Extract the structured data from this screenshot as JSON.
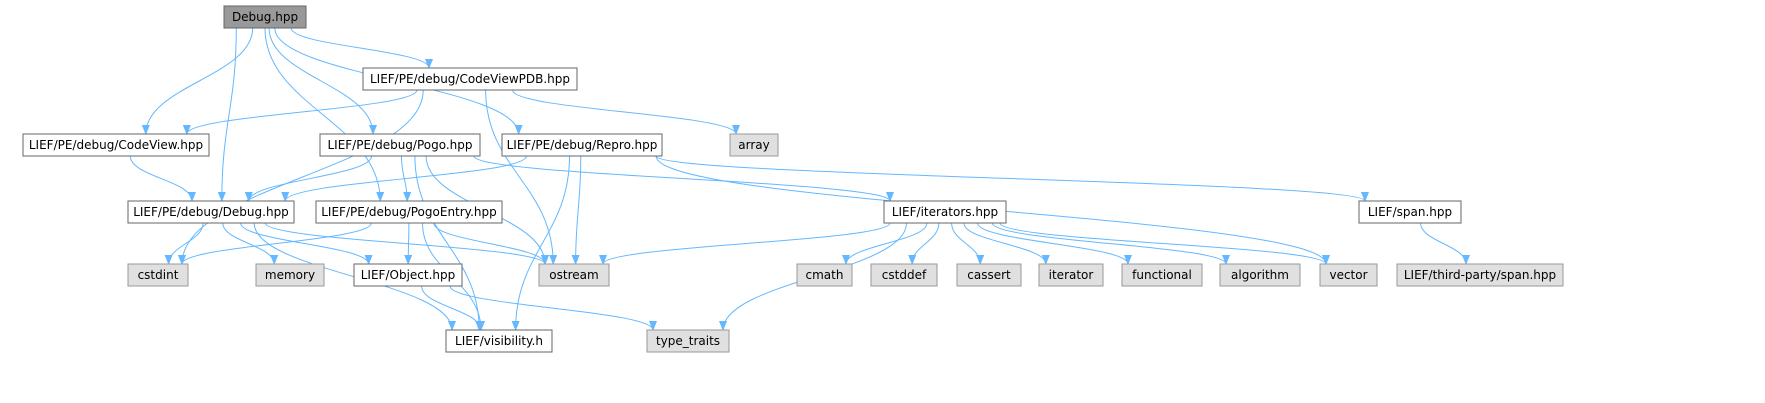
{
  "colors": {
    "edge": "#63b8ff",
    "root_fill": "#999999",
    "root_stroke": "#666666",
    "file_fill": "#ffffff",
    "file_stroke": "#666666",
    "system_fill": "#e0e0e0",
    "system_stroke": "#999999"
  },
  "nodes": {
    "debug_hpp": {
      "label": "Debug.hpp",
      "kind": "root"
    },
    "codeviewpdb": {
      "label": "LIEF/PE/debug/CodeViewPDB.hpp",
      "kind": "file"
    },
    "codeview": {
      "label": "LIEF/PE/debug/CodeView.hpp",
      "kind": "file"
    },
    "pogo": {
      "label": "LIEF/PE/debug/Pogo.hpp",
      "kind": "file"
    },
    "repro": {
      "label": "LIEF/PE/debug/Repro.hpp",
      "kind": "file"
    },
    "pe_debug": {
      "label": "LIEF/PE/debug/Debug.hpp",
      "kind": "file"
    },
    "pogoentry": {
      "label": "LIEF/PE/debug/PogoEntry.hpp",
      "kind": "file"
    },
    "iterators": {
      "label": "LIEF/iterators.hpp",
      "kind": "file"
    },
    "span": {
      "label": "LIEF/span.hpp",
      "kind": "file"
    },
    "object": {
      "label": "LIEF/Object.hpp",
      "kind": "file"
    },
    "visibility": {
      "label": "LIEF/visibility.h",
      "kind": "file"
    },
    "array": {
      "label": "array",
      "kind": "system"
    },
    "cstdint": {
      "label": "cstdint",
      "kind": "system"
    },
    "memory": {
      "label": "memory",
      "kind": "system"
    },
    "ostream": {
      "label": "ostream",
      "kind": "system"
    },
    "cmath": {
      "label": "cmath",
      "kind": "system"
    },
    "cstddef": {
      "label": "cstddef",
      "kind": "system"
    },
    "cassert": {
      "label": "cassert",
      "kind": "system"
    },
    "iterator": {
      "label": "iterator",
      "kind": "system"
    },
    "functional": {
      "label": "functional",
      "kind": "system"
    },
    "algorithm": {
      "label": "algorithm",
      "kind": "system"
    },
    "vector": {
      "label": "vector",
      "kind": "system"
    },
    "third_party_span": {
      "label": "LIEF/third-party/span.hpp",
      "kind": "system"
    },
    "type_traits": {
      "label": "type_traits",
      "kind": "system"
    }
  },
  "edges": [
    [
      "debug_hpp",
      "codeviewpdb"
    ],
    [
      "debug_hpp",
      "codeview"
    ],
    [
      "debug_hpp",
      "pogo"
    ],
    [
      "debug_hpp",
      "repro"
    ],
    [
      "debug_hpp",
      "pe_debug"
    ],
    [
      "debug_hpp",
      "pogoentry"
    ],
    [
      "codeviewpdb",
      "codeview"
    ],
    [
      "codeviewpdb",
      "array"
    ],
    [
      "codeviewpdb",
      "cstdint"
    ],
    [
      "codeviewpdb",
      "ostream"
    ],
    [
      "codeview",
      "pe_debug"
    ],
    [
      "pogo",
      "pe_debug"
    ],
    [
      "pogo",
      "pogoentry"
    ],
    [
      "pogo",
      "iterators"
    ],
    [
      "pogo",
      "ostream"
    ],
    [
      "pogo",
      "visibility"
    ],
    [
      "repro",
      "pe_debug"
    ],
    [
      "repro",
      "span"
    ],
    [
      "repro",
      "ostream"
    ],
    [
      "repro",
      "vector"
    ],
    [
      "repro",
      "visibility"
    ],
    [
      "pe_debug",
      "cstdint"
    ],
    [
      "pe_debug",
      "memory"
    ],
    [
      "pe_debug",
      "object"
    ],
    [
      "pe_debug",
      "ostream"
    ],
    [
      "pe_debug",
      "visibility"
    ],
    [
      "pogoentry",
      "cstdint"
    ],
    [
      "pogoentry",
      "object"
    ],
    [
      "pogoentry",
      "ostream"
    ],
    [
      "pogoentry",
      "visibility"
    ],
    [
      "iterators",
      "ostream"
    ],
    [
      "iterators",
      "cmath"
    ],
    [
      "iterators",
      "cstddef"
    ],
    [
      "iterators",
      "cassert"
    ],
    [
      "iterators",
      "iterator"
    ],
    [
      "iterators",
      "functional"
    ],
    [
      "iterators",
      "algorithm"
    ],
    [
      "iterators",
      "vector"
    ],
    [
      "iterators",
      "type_traits"
    ],
    [
      "span",
      "third_party_span"
    ],
    [
      "object",
      "visibility"
    ],
    [
      "object",
      "type_traits"
    ]
  ]
}
